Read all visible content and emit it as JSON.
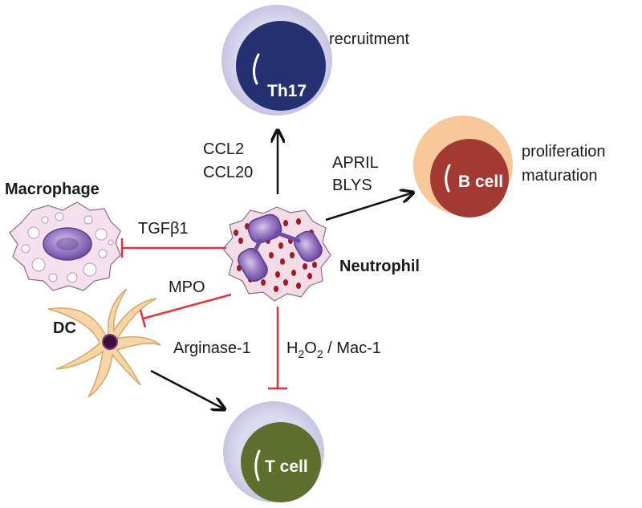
{
  "cells": {
    "th17": {
      "label": "Th17",
      "effect": "recruitment"
    },
    "bcell": {
      "label": "B cell",
      "effect_line1": "proliferation",
      "effect_line2": "maturation"
    },
    "tcell": {
      "label": "T cell"
    },
    "neutrophil": {
      "label": "Neutrophil"
    },
    "macrophage": {
      "label": "Macrophage"
    },
    "dc": {
      "label": "DC"
    }
  },
  "mediators": {
    "to_th17_line1": "CCL2",
    "to_th17_line2": "CCL20",
    "to_bcell_line1": "APRIL",
    "to_bcell_line2": "BLYS",
    "to_macrophage": "TGFβ1",
    "to_dc": "MPO",
    "to_tcell_left": "Arginase-1",
    "to_tcell_right": {
      "h": "H",
      "sub1": "2",
      "o": "O",
      "sub2": "2",
      "rest": " / Mac-1"
    }
  },
  "colors": {
    "activation_arrow": "#111111",
    "inhibition_arrow": "#e0343a",
    "th17_core": "#24306f",
    "th17_halo": "#d7d6ef",
    "bcell_core": "#a23a33",
    "bcell_halo": "#f8c79a",
    "tcell_core": "#5e6e2c",
    "tcell_halo": "#d9d8ee",
    "neutrophil_body": "#f4dbe8",
    "granule": "#a11c20",
    "nucleus": "#9b7bc2",
    "dc_body": "#f6d6a6"
  }
}
